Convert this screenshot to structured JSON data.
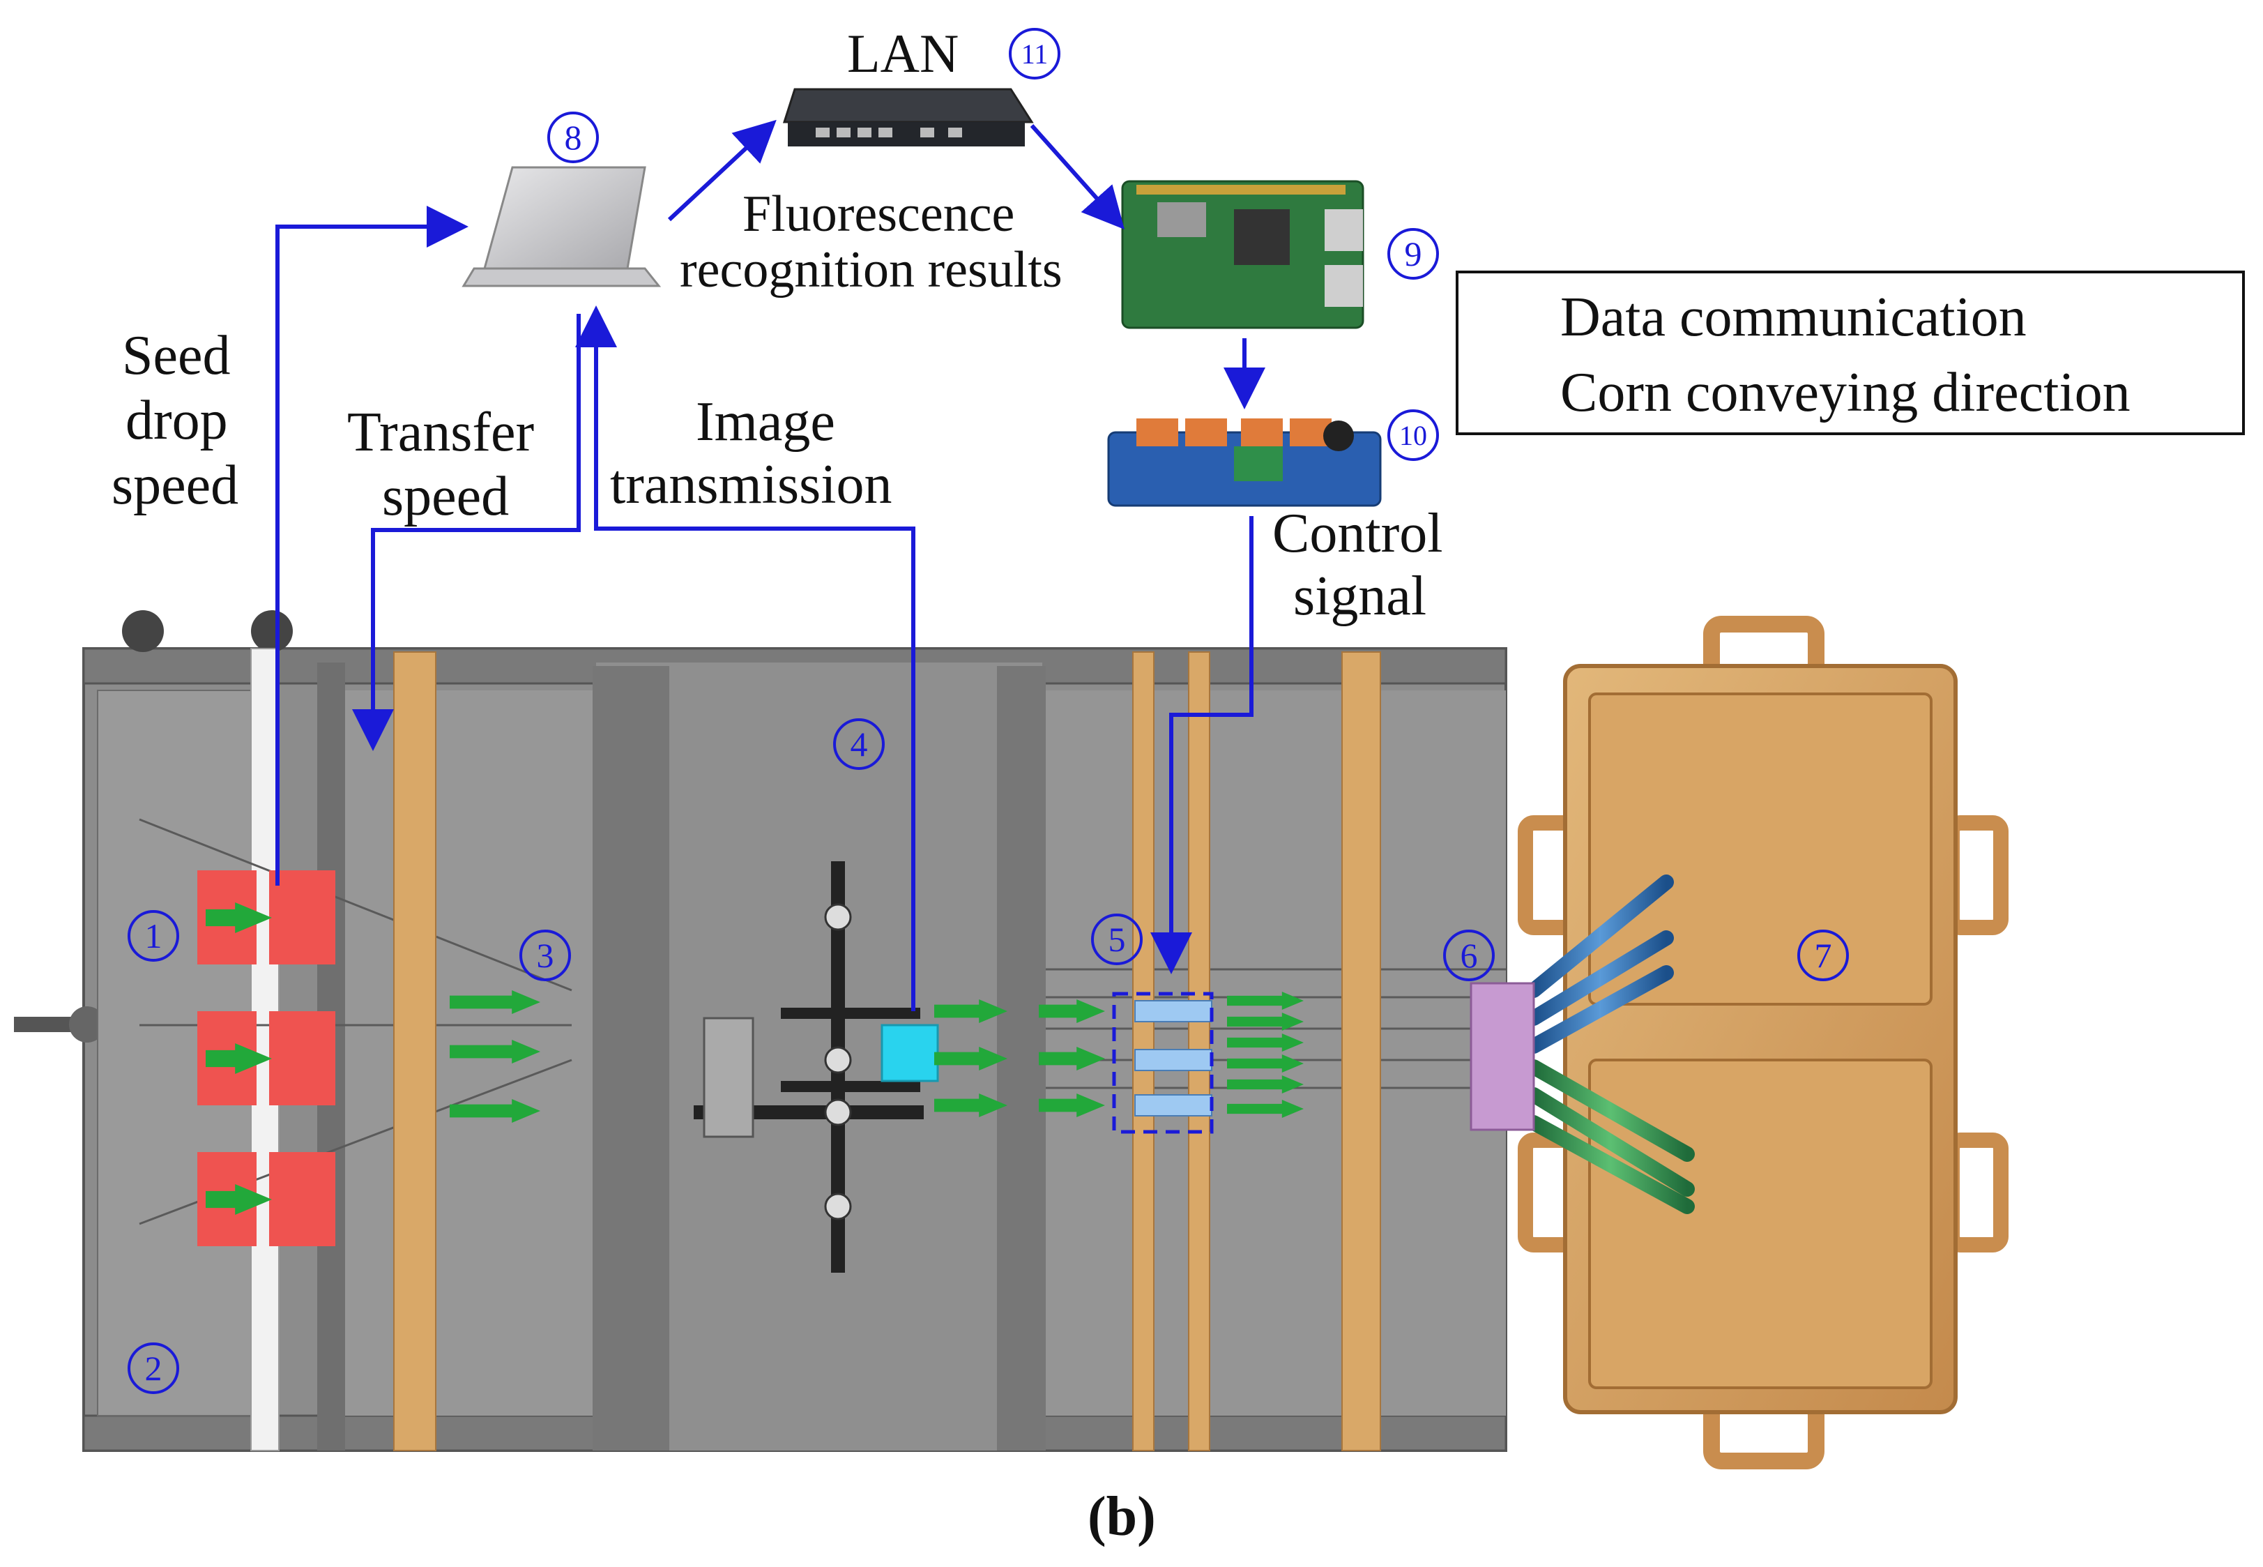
{
  "labels": {
    "lan": "LAN",
    "fluorescence_line1": "Fluorescence",
    "fluorescence_line2": "recognition results",
    "seed_drop_line1": "Seed",
    "seed_drop_line2": "drop",
    "seed_drop_line3": "speed",
    "transfer_line1": "Transfer",
    "transfer_line2": "speed",
    "image_line1": "Image",
    "image_line2": "transmission",
    "control_line1": "Control",
    "control_line2": "signal",
    "caption": "(b)"
  },
  "legend": {
    "items": [
      {
        "label": "Data communication",
        "kind": "data",
        "color": "#1a1ad8"
      },
      {
        "label": "Corn conveying direction",
        "kind": "corn",
        "color": "#22a83a"
      }
    ]
  },
  "markers": [
    {
      "id": "1",
      "text": "①"
    },
    {
      "id": "2",
      "text": "②"
    },
    {
      "id": "3",
      "text": "③"
    },
    {
      "id": "4",
      "text": "④"
    },
    {
      "id": "5",
      "text": "⑤"
    },
    {
      "id": "6",
      "text": "⑥"
    },
    {
      "id": "7",
      "text": "⑦"
    },
    {
      "id": "8",
      "text": "⑧"
    },
    {
      "id": "9",
      "text": "⑨"
    },
    {
      "id": "10",
      "text": "⑩"
    },
    {
      "id": "11",
      "text": "⑪"
    }
  ],
  "colors": {
    "data_arrow": "#1a1ad8",
    "corn_arrow": "#22a83a",
    "frame": "#8a8a8a",
    "frame_dark": "#6a6a6a",
    "wood": "#d9a868",
    "tray": "#c98d4e",
    "feeder": "#ef5350",
    "camera": "#29d3ee",
    "outlet": "#c79ad1"
  }
}
